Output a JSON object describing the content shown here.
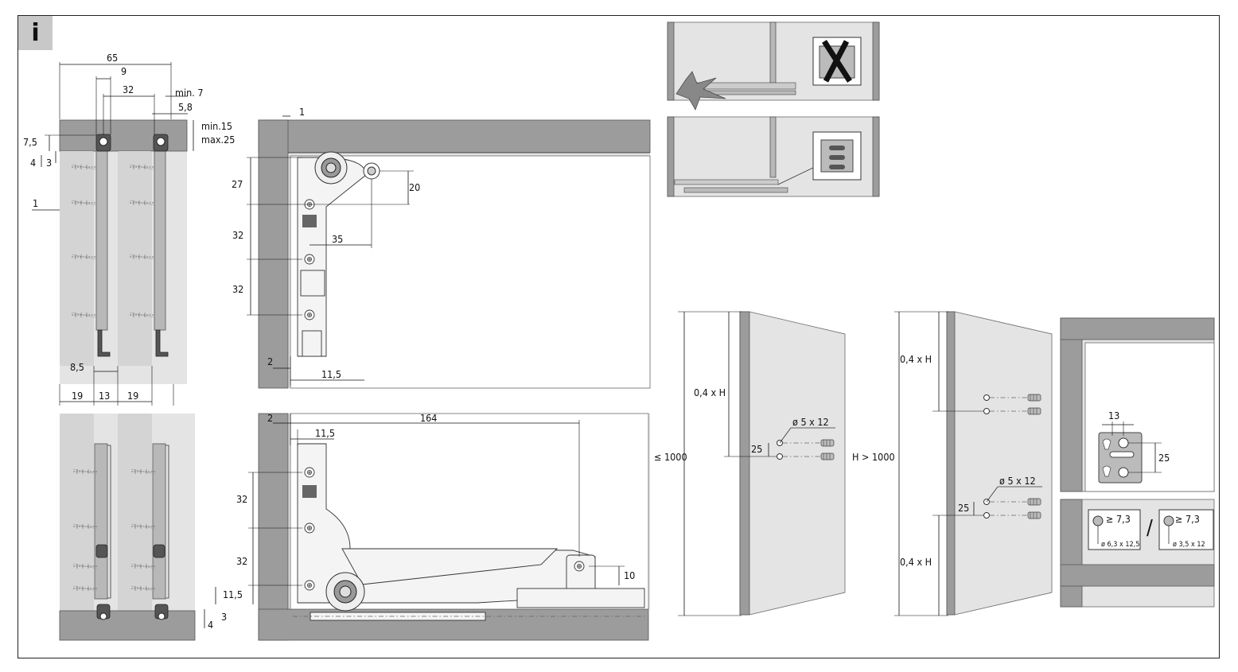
{
  "info_tab": {
    "label": "i"
  },
  "fig1": {
    "d_65": "65",
    "d_9": "9",
    "d_32": "32",
    "d_min7": "min. 7",
    "d_58": "5,8",
    "d_min15": "min.15",
    "d_max25": "max.25",
    "d_75": "7,5",
    "d_4": "4",
    "d_3": "3",
    "d_1": "1",
    "d_85": "8,5",
    "d_19a": "19",
    "d_13": "13",
    "d_19b": "19"
  },
  "fig2": {
    "d_1": "1",
    "d_27": "27",
    "d_20": "20",
    "d_32a": "32",
    "d_35": "35",
    "d_32b": "32",
    "d_2": "2",
    "d_115": "11,5"
  },
  "fig3": {
    "d_115": "11,5",
    "d_4": "4",
    "d_3": "3"
  },
  "fig4": {
    "d_2": "2",
    "d_115": "11,5",
    "d_164": "164",
    "d_32a": "32",
    "d_32b": "32",
    "d_10": "10"
  },
  "fig7": {
    "d_04h": "0,4 x H",
    "d_25": "25",
    "d_hole": "ø 5 x 12",
    "d_le1000": "≤ 1000"
  },
  "fig8": {
    "d_04h_top": "0,4 x H",
    "d_04h_bot": "0,4 x H",
    "d_hole": "ø 5 x 12",
    "d_25": "25",
    "d_h1000": "H > 1000"
  },
  "fig9": {
    "d_13": "13",
    "d_25": "25",
    "screw1_depth": "≥ 7,3",
    "screw1_size": "ø 6,3 x 12,5",
    "separator": "/",
    "screw2_depth": "≥ 7,3",
    "screw2_size": "ø 3,5 x 12"
  }
}
